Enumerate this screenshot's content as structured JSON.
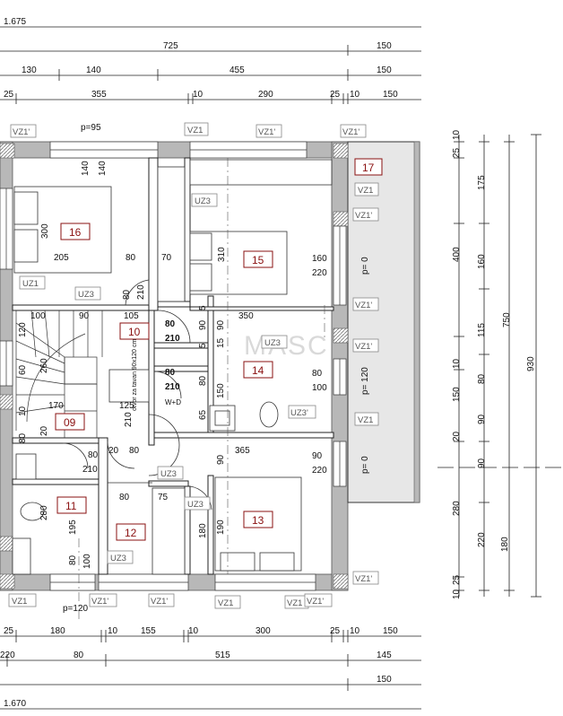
{
  "colors": {
    "wall": "#b8b8b8",
    "wall_edge": "#555555",
    "line": "#222222",
    "room_label": "#8a1010",
    "tag_text": "#555555"
  },
  "top_dimensions": {
    "row1": [
      "1.675"
    ],
    "row2": [
      "725",
      "150"
    ],
    "row3": [
      "130",
      "140",
      "455",
      "150"
    ],
    "row4": [
      "25",
      "355",
      "10",
      "290",
      "25",
      "10",
      "150"
    ]
  },
  "bottom_dimensions": {
    "row1": [
      "25",
      "180",
      "10",
      "155",
      "10",
      "300",
      "25",
      "10",
      "150"
    ],
    "row2": [
      "220",
      "80",
      "515",
      "145"
    ],
    "row3": [
      "150"
    ],
    "row4": [
      "1.670"
    ]
  },
  "right_dimensions": {
    "col1": [
      "10",
      "25",
      "175",
      "400",
      "160",
      "115",
      "10",
      "80",
      "150",
      "90",
      "20",
      "90",
      "280",
      "220",
      "25",
      "10"
    ],
    "col2": [
      "750"
    ],
    "col3": [
      "930"
    ]
  },
  "openings": {
    "top": "p=95",
    "bottom": "p=120"
  },
  "rooms": [
    "16",
    "15",
    "17",
    "10",
    "14",
    "09",
    "11",
    "12",
    "13"
  ],
  "window_tags": [
    "VZ1'",
    "VZ1",
    "VZ1'",
    "VZ1'",
    "VZ1",
    "VZ1'",
    "VZ1'",
    "VZ1'",
    "VZ1",
    "VZ1",
    "VZ1'",
    "VZ1'",
    "VZ1",
    "VZ1",
    "VZ1'",
    "VZ1'",
    "UZ3",
    "UZ3",
    "UZ3",
    "UZ3",
    "UZ3",
    "UZ3",
    "UZ3'",
    "UZ1"
  ],
  "room_dims": {
    "r16": [
      "140",
      "140",
      "300",
      "205",
      "80",
      "70",
      "80",
      "210"
    ],
    "r15": [
      "310",
      "160",
      "220"
    ],
    "r17": [
      "p= 0"
    ],
    "r10": [
      "100",
      "90",
      "105",
      "80",
      "210",
      "350",
      "120",
      "5",
      "90",
      "15",
      "90"
    ],
    "r14": [
      "80",
      "210",
      "80",
      "100",
      "p= 120",
      "150",
      "5",
      "80",
      "65"
    ],
    "r09": [
      "170",
      "260",
      "60",
      "125",
      "210",
      "10",
      "20",
      "80"
    ],
    "r11": [
      "80",
      "20",
      "80",
      "210",
      "280",
      "195",
      "80",
      "100"
    ],
    "r12": [
      "80",
      "75"
    ],
    "r13": [
      "180",
      "190",
      "365",
      "90",
      "220",
      "p= 0",
      "90"
    ]
  },
  "annotations": {
    "vertical_note": "otvor za tavan 90x120 cm",
    "wd": "W+D"
  },
  "watermark": "MASC"
}
